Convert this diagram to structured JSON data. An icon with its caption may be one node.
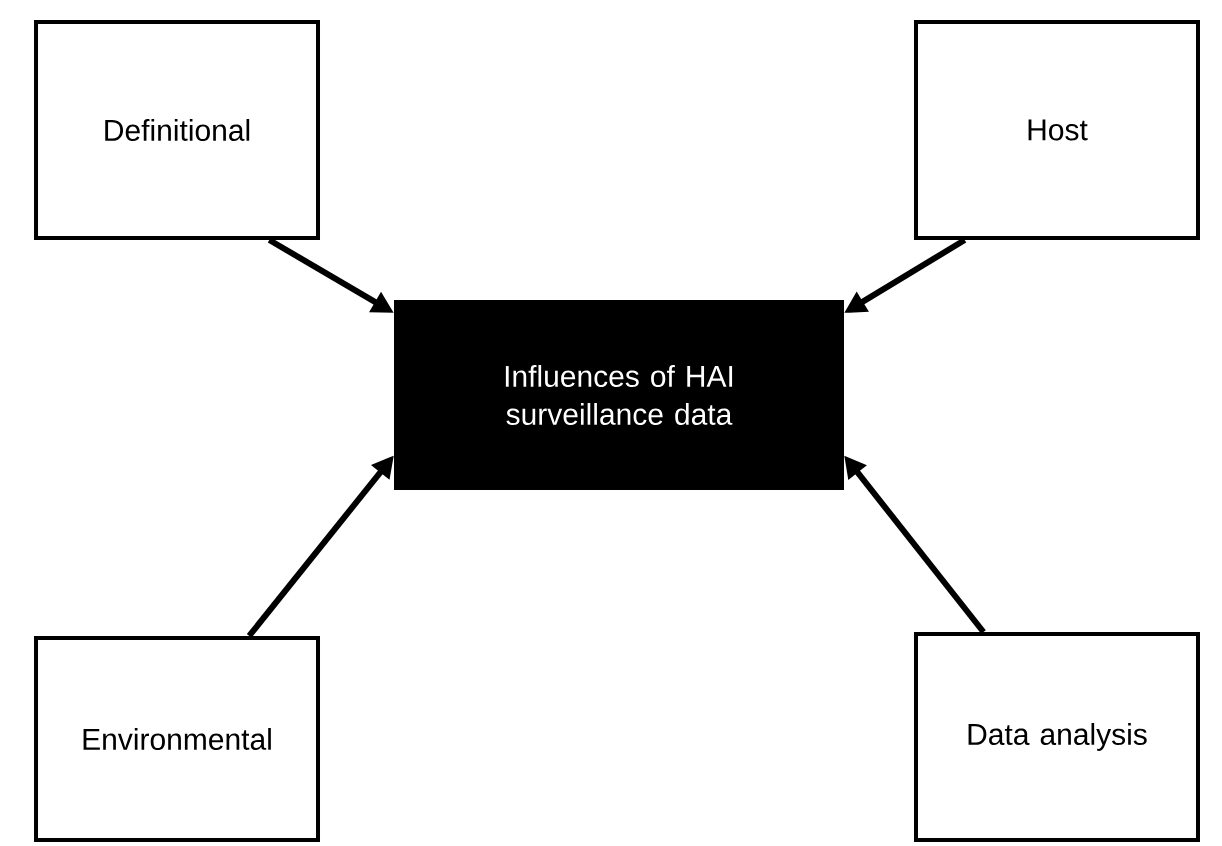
{
  "diagram": {
    "nodes": [
      {
        "text": [
          "Definitional"
        ]
      },
      {
        "text": [
          "Host"
        ]
      },
      {
        "text": [
          "Influences of HAI surveillance data"
        ]
      },
      {
        "text": [
          "Environmental"
        ]
      },
      {
        "text": [
          "Data analysis"
        ]
      }
    ],
    "edges": [
      {
        "from": 0,
        "to": 2,
        "arrow": "to"
      },
      {
        "from": 1,
        "to": 2,
        "arrow": "to"
      },
      {
        "from": 3,
        "to": 2,
        "arrow": "to"
      },
      {
        "from": 4,
        "to": 2,
        "arrow": "to"
      }
    ]
  }
}
